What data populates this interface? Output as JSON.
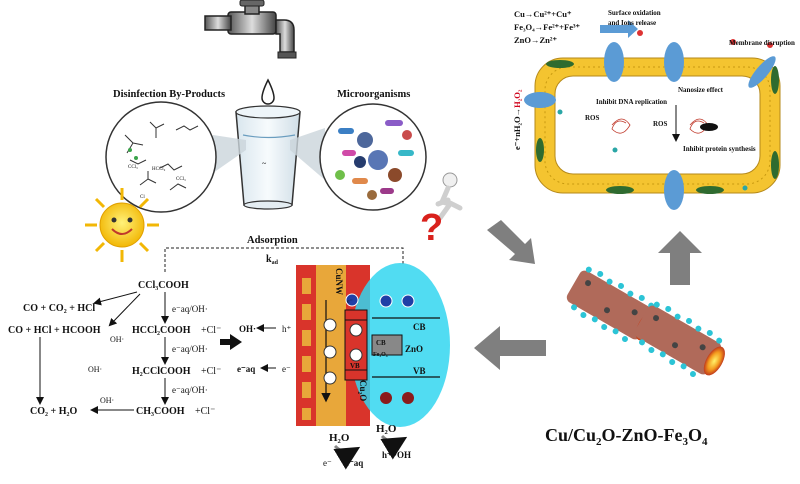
{
  "labels": {
    "dbp": "Disinfection By-Products",
    "micro": "Microorganisms",
    "adsorption": "Adsorption",
    "kad": "k",
    "kad_sub": "ad",
    "title_main": "Cu/Cu",
    "title_s1": "2",
    "title_mid": "O-ZnO-Fe",
    "title_s2": "3",
    "title_o": "O",
    "title_s3": "4"
  },
  "mechanism": {
    "surface": "Surface oxidation",
    "ions": "and Ions release",
    "cu_eq": "Cu→Cu²⁺+Cu⁺",
    "fe_eq": "Fe₃O₄→Fe²⁺+Fe³⁺",
    "zn_eq": "ZnO→Zn²⁺",
    "membrane": "Membrane disruption",
    "nanosize": "Nanosize effect",
    "dna": "Inhibit DNA replication",
    "ros1": "ROS",
    "ros2": "ROS",
    "protein": "Inhibit protein synthesis",
    "h2o2_a": "e⁻+nH₂O→",
    "h2o2_b": "H₂O₂"
  },
  "pathway": {
    "ccl3": "CCl₃COOH",
    "co_co2": "CO + CO₂ + HCl",
    "co_hcl": "CO + HCl + HCOOH",
    "hccl2": "HCCl₂COOH",
    "h2ccl": "H₂CClCOOH",
    "ch3": "CH₃COOH",
    "co2h2o": "CO₂ + H₂O",
    "cl1": "+Cl⁻",
    "cl2": "+Cl⁻",
    "cl3": "+Cl⁻",
    "eaq1": "e⁻aq/OH·",
    "eaq2": "e⁻aq/OH·",
    "eaq3": "e⁻aq/OH·",
    "oh1": "OH·",
    "oh2": "OH·",
    "oh3": "OH·",
    "oh_left": "OH·",
    "hplus": "h⁺",
    "eaq_right": "e⁻aq",
    "eminus": "e⁻"
  },
  "band": {
    "cunw": "CuNW",
    "cu2o": "Cu₂O",
    "zno": "ZnO",
    "cb": "CB",
    "vb": "VB",
    "cb_small": "CB",
    "vb_small": "VB",
    "fe3o4": "Fe₃O₄",
    "e": "e⁻",
    "h2o_a": "H₂O",
    "h2o_b": "H₂O",
    "eminus": "e⁻",
    "eaq": "e⁻aq",
    "hplus_oh": "h⁺ ·OH"
  },
  "colors": {
    "title": "#1a3fd6",
    "h2o2": "#d0021b",
    "arrow_gray": "#7f7f7f",
    "cyan": "#33d6f0",
    "cu_orange": "#e8a73a",
    "cu_red": "#d9342b",
    "membrane_yellow": "#f4c430"
  },
  "icons": [
    "faucet-icon",
    "water-drop-icon",
    "sun-icon",
    "question-mark-icon",
    "nanowire-icon"
  ]
}
